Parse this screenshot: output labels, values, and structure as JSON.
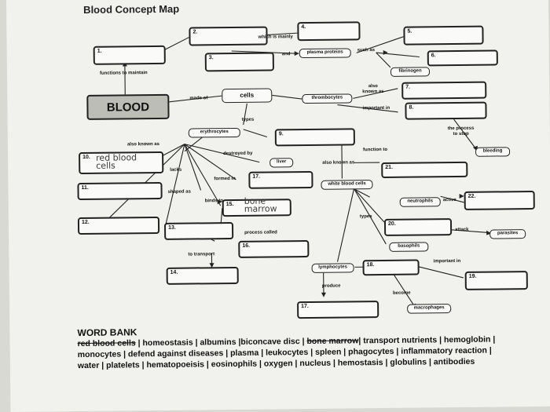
{
  "title": "Blood Concept Map",
  "center": "BLOOD",
  "boxes": {
    "b1": "1.",
    "b2": "2.",
    "b3": "3.",
    "b4": "4.",
    "b5": "5.",
    "b6": "6.",
    "b7": "7.",
    "b8": "8.",
    "b9": "9.",
    "b10": "10.",
    "b11": "11.",
    "b12": "12.",
    "b13": "13.",
    "b14": "14.",
    "b15": "15.",
    "b16": "16.",
    "b17a": "17.",
    "b17b": "17.",
    "b18": "18.",
    "b19": "19.",
    "b20": "20.",
    "b21": "21.",
    "b22": "22."
  },
  "pills": {
    "plasma_proteins": "plasma proteins",
    "fibrinogen": "fibrinogen",
    "cells": "cells",
    "thrombocytes": "thrombocytes",
    "erythrocytes": "erythrocytes",
    "bleeding": "bleeding",
    "liver": "liver",
    "white_blood_cells": "white blood cells",
    "neutrophils": "neutrophils",
    "parasites": "parasites",
    "basophils": "basophils",
    "lymphocytes": "lymphocytes",
    "macrophages": "macrophages"
  },
  "labels": {
    "which_is_mainly": "which is mainly",
    "and": "and",
    "such_as": "such as",
    "functions_to_maintain": "functions to   maintain",
    "made_of": "made of",
    "also_known_as_top": "also\nknown as",
    "important_in_top": "important in",
    "types_top": "types",
    "the_process_to_stop": "the process\nto stop",
    "also_known_as_left": "also known as",
    "destroyed_by": "destroyed by",
    "function_to": "function to",
    "also_known_as_mid": "also known as",
    "lacks": "lacks",
    "formed_in": "formed in",
    "shaped_as": "shaped as",
    "binds_to": "binds to",
    "active": "active",
    "types_mid": "types",
    "process_called": "process called",
    "attack": "attack",
    "to_transport": "to transport",
    "important_in_bottom": "important in",
    "produce": "produce",
    "become": "become"
  },
  "handwriting": {
    "red_blood_cells": "red blood\ncells",
    "bone_marrow": "bone\nmarrow"
  },
  "word_bank": {
    "title": "WORD BANK",
    "line1_struck": "red blood cells",
    "line1_rest": " | homeostasis | albumins |biconcave disc | ",
    "line1_struck2": "bone marrow",
    "line1_end": "| transport nutrients | hemoglobin |",
    "line2": "monocytes | defend against diseases | plasma | leukocytes | spleen | phagocytes | inflammatory reaction |",
    "line3": "water | platelets | hematopoeisis | eosinophils | oxygen | nucleus | hemostasis | globulins | antibodies"
  }
}
